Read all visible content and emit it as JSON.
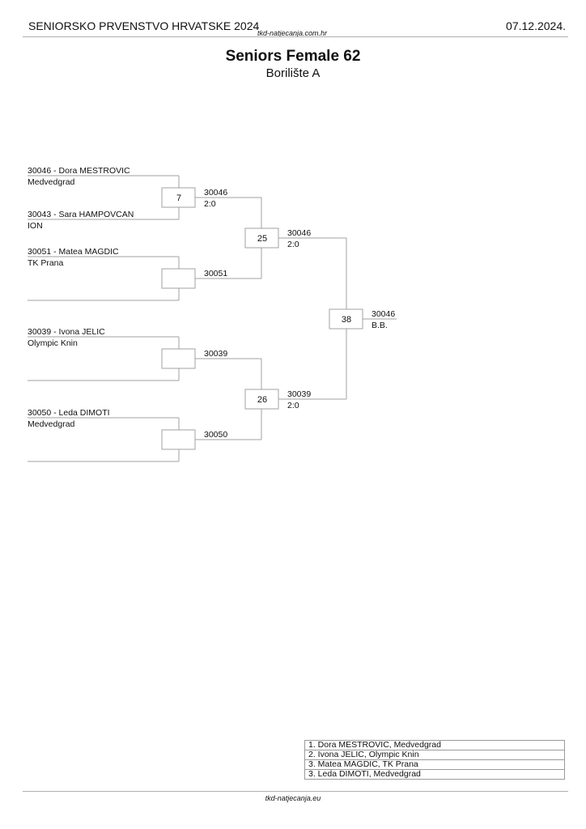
{
  "header": {
    "event_title": "SENIORSKO PRVENSTVO HRVATSKE 2024",
    "date": "07.12.2024.",
    "site": "tkd-natjecanja.com.hr"
  },
  "title": "Seniors Female 62",
  "subtitle": "Borilište A",
  "bracket": {
    "round1_entries": [
      {
        "id": "30046",
        "name": "Dora MESTROVIC",
        "label": "30046 - Dora MESTROVIC",
        "club": "Medvedgrad"
      },
      {
        "id": "30043",
        "name": "Sara HAMPOVCAN",
        "label": "30043 - Sara HAMPOVCAN",
        "club": "ION"
      },
      {
        "id": "30051",
        "name": "Matea MAGDIC",
        "label": "30051 - Matea MAGDIC",
        "club": "TK Prana"
      },
      {
        "id": "",
        "name": "",
        "label": "",
        "club": ""
      },
      {
        "id": "30039",
        "name": "Ivona JELIC",
        "label": "30039 - Ivona JELIC",
        "club": "Olympic Knin"
      },
      {
        "id": "",
        "name": "",
        "label": "",
        "club": ""
      },
      {
        "id": "30050",
        "name": "Leda DIMOTI",
        "label": "30050 - Leda DIMOTI",
        "club": "Medvedgrad"
      },
      {
        "id": "",
        "name": "",
        "label": "",
        "club": ""
      }
    ],
    "round1_matches": [
      {
        "match_no": "7",
        "winner": "30046",
        "score": "2:0"
      },
      {
        "match_no": "",
        "winner": "30051",
        "score": ""
      },
      {
        "match_no": "",
        "winner": "30039",
        "score": ""
      },
      {
        "match_no": "",
        "winner": "30050",
        "score": ""
      }
    ],
    "semifinals": [
      {
        "match_no": "25",
        "winner": "30046",
        "score": "2:0"
      },
      {
        "match_no": "26",
        "winner": "30039",
        "score": "2:0"
      }
    ],
    "final": {
      "match_no": "38",
      "winner": "30046",
      "score": "B.B."
    }
  },
  "results": [
    "1. Dora MESTROVIC, Medvedgrad",
    "2. Ivona JELIC, Olympic Knin",
    "3. Matea MAGDIC, TK Prana",
    "3. Leda DIMOTI, Medvedgrad"
  ],
  "footer": {
    "site": "tkd-natjecanja.eu"
  },
  "colors": {
    "line": "#a0a0a0",
    "text": "#111111"
  }
}
